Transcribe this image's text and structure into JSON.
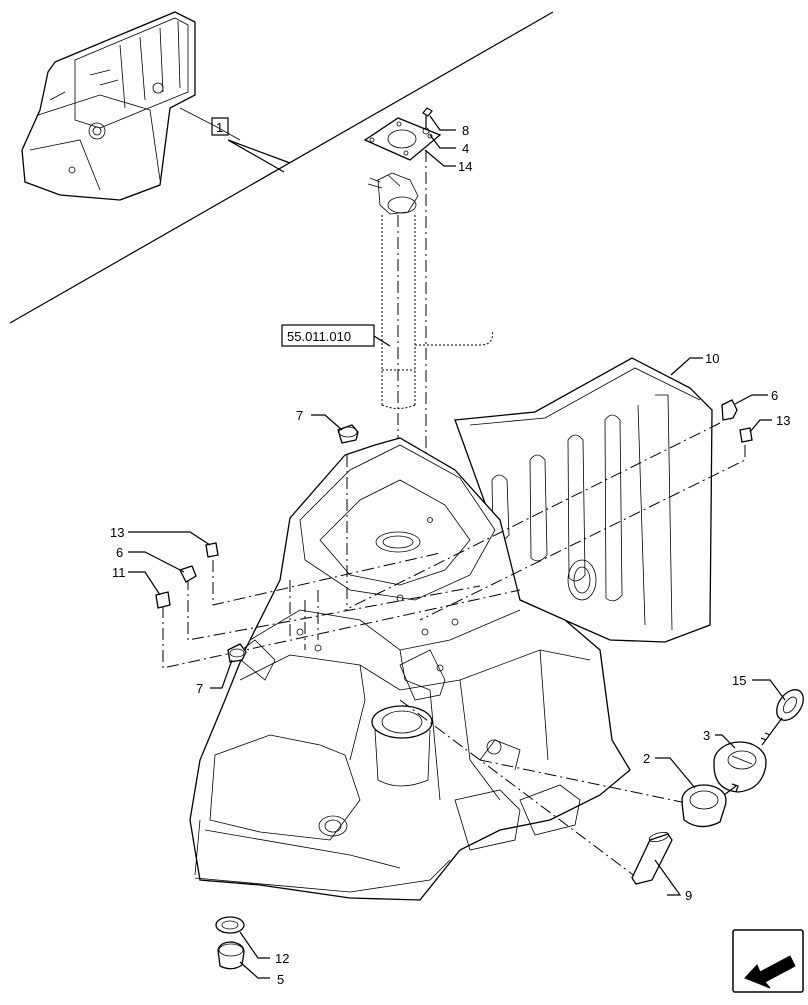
{
  "diagram": {
    "ref_box": "55.011.010",
    "inset_ref": "1",
    "callouts": {
      "c8": "8",
      "c4": "4",
      "c14": "14",
      "c10": "10",
      "c6r": "6",
      "c13r": "13",
      "c7t": "7",
      "c13l": "13",
      "c6l": "6",
      "c11": "11",
      "c7b": "7",
      "c15": "15",
      "c3": "3",
      "c2": "2",
      "c9": "9",
      "c12": "12",
      "c5": "5"
    },
    "nav_icon": "arrow-back-icon"
  }
}
